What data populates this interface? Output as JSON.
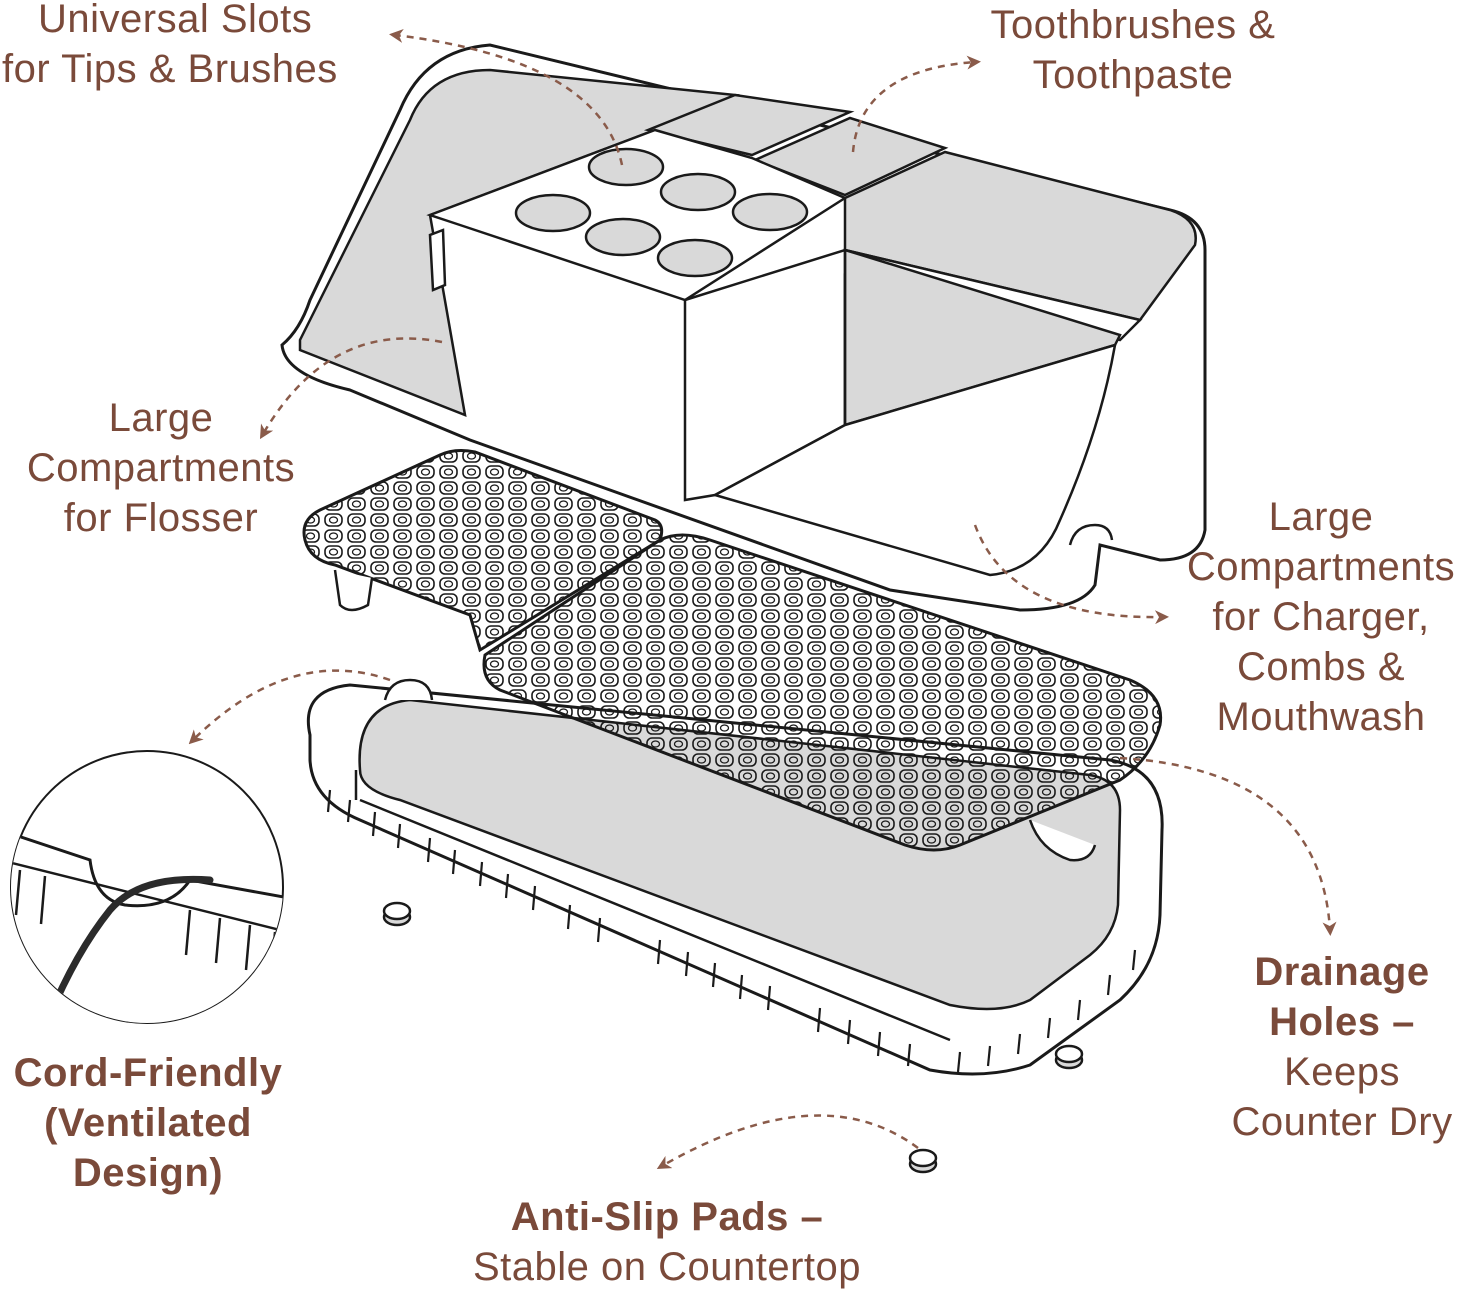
{
  "colors": {
    "label": "#7a4a3a",
    "arrow": "#8a5b4a",
    "outline": "#1a1a1a",
    "fill_gray": "#d9d9d9",
    "cord": "#2b2b2b"
  },
  "callouts": {
    "universal_slots": [
      "Universal Slots",
      "for Tips & Brushes"
    ],
    "toothbrushes": [
      "Toothbrushes &",
      "Toothpaste"
    ],
    "flosser": [
      "Large",
      "Compartments",
      "for Flosser"
    ],
    "charger": [
      "Large",
      "Compartments",
      "for Charger,",
      "Combs &",
      "Mouthwash"
    ],
    "drainage": {
      "bold": [
        "Drainage",
        "Holes –"
      ],
      "regular": [
        "Keeps",
        "Counter Dry"
      ]
    },
    "cord": {
      "bold": [
        "Cord-Friendly",
        "(Ventilated",
        "Design)"
      ]
    },
    "anti_slip": {
      "bold": [
        "Anti-Slip Pads –"
      ],
      "regular": [
        "Stable on Countertop"
      ]
    }
  },
  "icons": {
    "organizer": "organizer-illustration",
    "cord_detail": "cord-detail-magnifier",
    "arrow": "dashed-arrow-icon"
  }
}
